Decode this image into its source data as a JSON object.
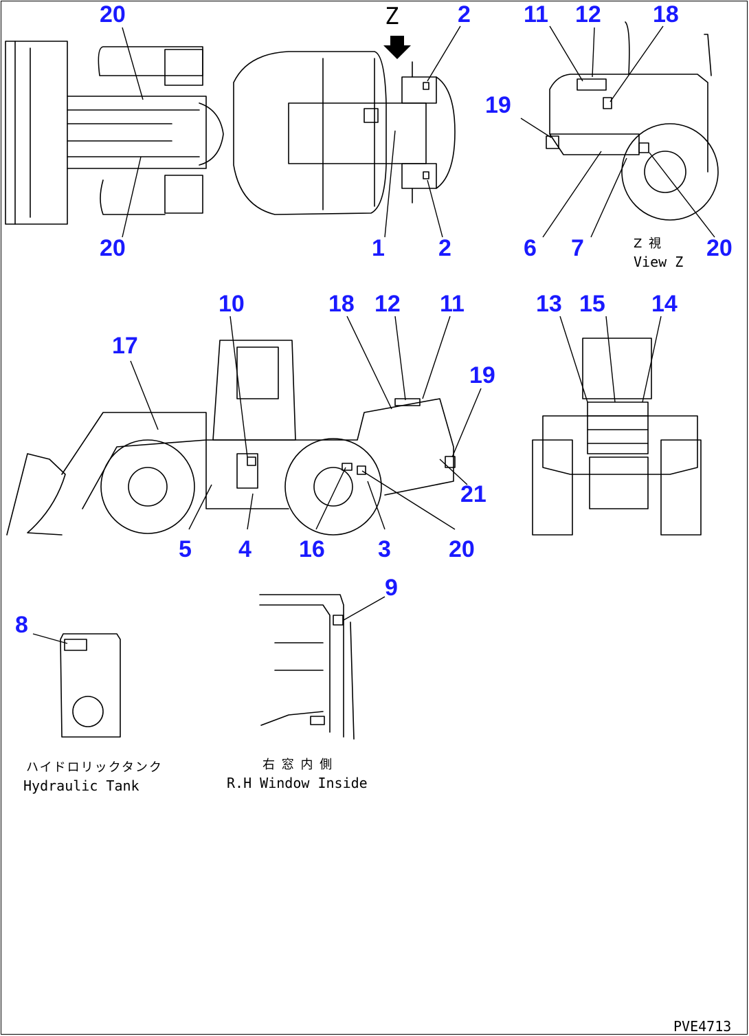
{
  "views": {
    "top": {
      "arrow_label": "Z"
    },
    "view_z": {
      "caption_jp": "Z 視",
      "caption_en": "View Z"
    },
    "hydraulic_tank": {
      "caption_jp": "ハイドロリックタンク",
      "caption_en": "Hydraulic Tank"
    },
    "rh_window": {
      "caption_jp": "右 窓 内 側",
      "caption_en": "R.H Window Inside"
    }
  },
  "callouts": {
    "top_20a": "20",
    "top_20b": "20",
    "top_2a": "2",
    "top_2b": "2",
    "top_1": "1",
    "z_11": "11",
    "z_12": "12",
    "z_18": "18",
    "z_19": "19",
    "z_6": "6",
    "z_7": "7",
    "z_20": "20",
    "s_10": "10",
    "s_18": "18",
    "s_12": "12",
    "s_11": "11",
    "s_17": "17",
    "s_19": "19",
    "s_21": "21",
    "s_5": "5",
    "s_4": "4",
    "s_16": "16",
    "s_3": "3",
    "s_20": "20",
    "r_13": "13",
    "r_15": "15",
    "r_14": "14",
    "t_8": "8",
    "w_9": "9"
  },
  "drawing_code": "PVE4713"
}
